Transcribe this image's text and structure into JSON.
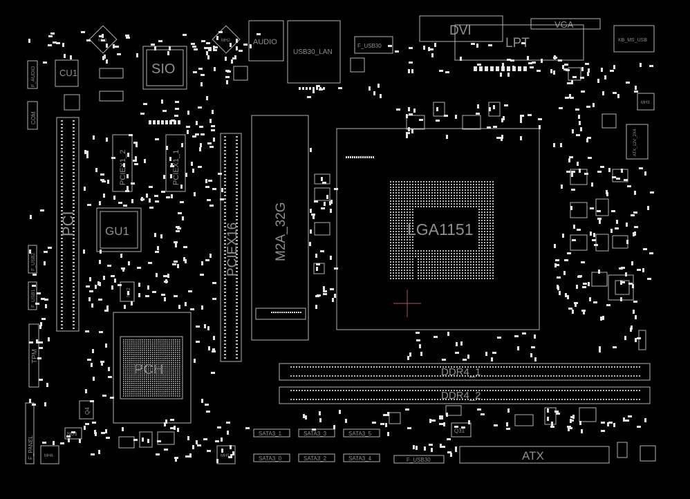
{
  "board": {
    "name": "motherboard-boardview",
    "background": "#000000",
    "outline_color": "#b5b5b5",
    "label_color": "#8f8f8f",
    "marker_color": "#b0576a"
  },
  "labels": {
    "dvi": "DVI",
    "vga": "VGA",
    "lpt": "LPT",
    "kb_ms_usb": "KB_MS_USB",
    "audio": "AUDIO",
    "usb30_lan": "USB30_LAN",
    "f_usb30_top": "F_USB30",
    "sio": "SIO",
    "cu1": "CU1",
    "pciex12": "PCIEX1_2",
    "pciex11": "PCIEX1_1",
    "pciex16": "PCIEX16",
    "m2a": "M2A_32G",
    "cpu": "LGA1151",
    "pci": "PCI",
    "gu1": "GU1",
    "pch": "PCH",
    "ddr4_1": "DDR4_1",
    "ddr4_2": "DDR4_2",
    "atx": "ATX",
    "atx12v": "ATX_12V_2X4",
    "f_audio": "F_AUDIO",
    "com": "COM",
    "f_usb2": "F_USB2",
    "f_usb1": "F_USB1",
    "tpm": "TPM",
    "f_panel": "F_PANEL",
    "sata1": "SATA3_1",
    "sata3": "SATA3_3",
    "sata5": "SATA3_5",
    "sata0": "SATA3_0",
    "sata2": "SATA3_2",
    "sata4": "SATA3_4",
    "f_usb30_bottom": "F_USB30",
    "mh1": "MH1",
    "mh2": "MH2",
    "mh3": "MH3",
    "mh5": "MH5",
    "mh6": "MH6",
    "nx2": "NX2",
    "q4": "Q4",
    "q31": "Q31",
    "no3": "NO3"
  }
}
